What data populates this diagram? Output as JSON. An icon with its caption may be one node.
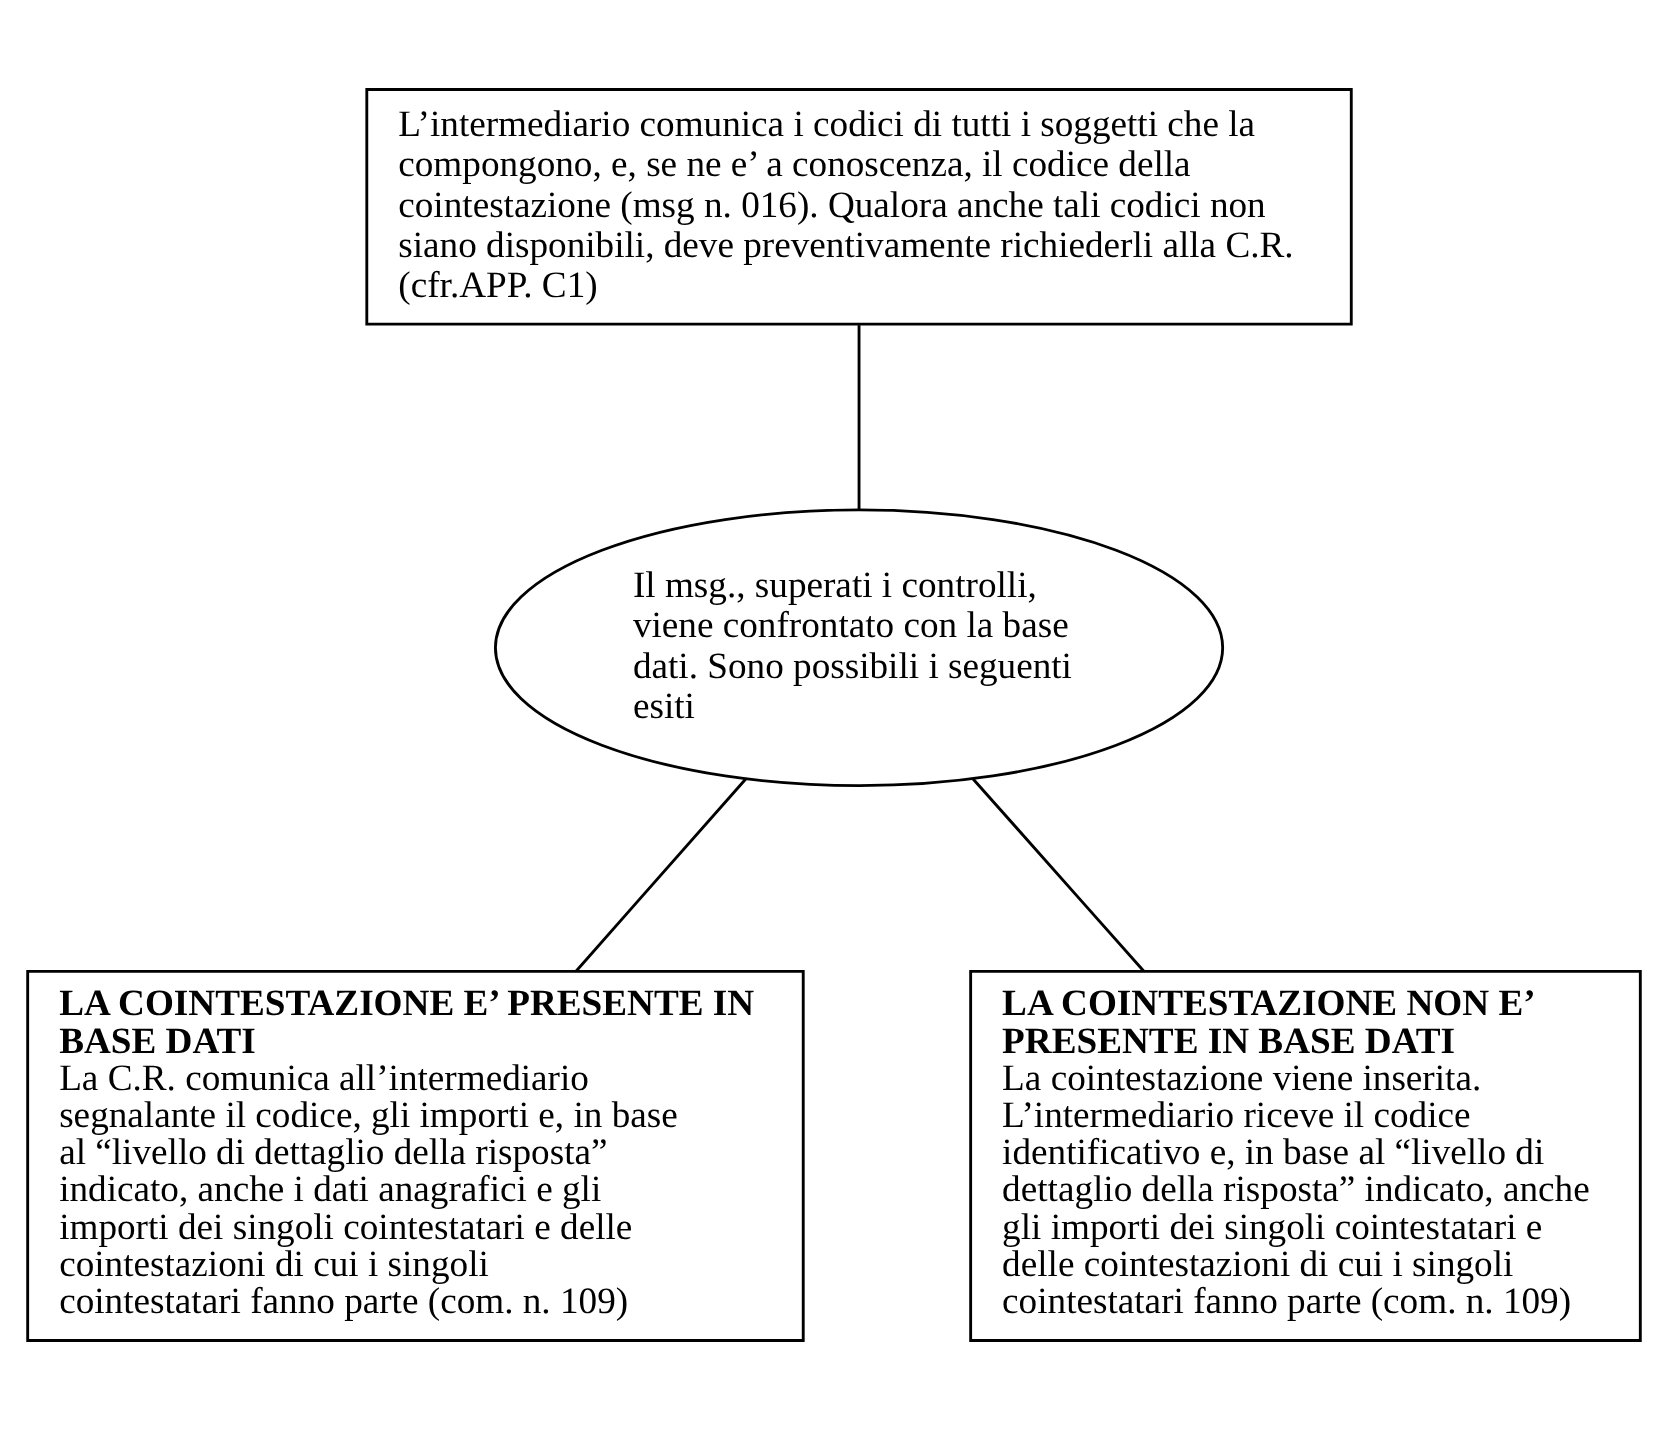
{
  "diagram": {
    "nodes": [
      {
        "text": [
          "L’intermediario comunica i codici di tutti i soggetti che la compongono, e, se ne e’ a conoscenza, il codice della cointestazione (msg n. 016). Qualora anche tali codici non siano disponibili, deve preventivamente richiederli alla C.R. (cfr.APP. C1)"
        ]
      },
      {
        "text": [
          "Il msg., superati i controlli, viene confrontato con la base dati. Sono possibili i seguenti esiti"
        ]
      },
      {
        "text": [
          "LA COINTESTAZIONE E’ PRESENTE IN BASE DATI",
          "La C.R. comunica all’intermediario segnalante il codice, gli importi e, in base al “livello di dettaglio della risposta” indicato, anche i dati anagrafici e gli importi dei singoli cointestatari e delle cointestazioni di cui i singoli cointestatari fanno parte (com. n. 109)"
        ]
      },
      {
        "text": [
          "LA COINTESTAZIONE NON E’ PRESENTE IN BASE DATI",
          "La cointestazione viene inserita. L’intermediario riceve il codice identificativo e, in base al “livello di dettaglio della risposta” indicato, anche gli importi dei singoli cointestatari e delle cointestazioni di cui i singoli cointestatari fanno parte (com. n. 109)"
        ]
      }
    ],
    "edges": [
      {
        "from": 0,
        "to": 1,
        "arrow": "none"
      },
      {
        "from": 1,
        "to": 2,
        "arrow": "none"
      },
      {
        "from": 1,
        "to": 3,
        "arrow": "none"
      }
    ]
  }
}
